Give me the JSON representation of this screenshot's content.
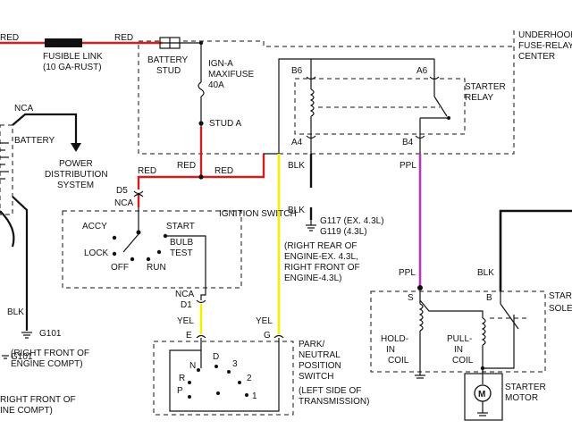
{
  "colors": {
    "red": "#cc1f1f",
    "yellow": "#f2f200",
    "purple": "#b13bb5",
    "black": "#111111",
    "background": "#ffffff"
  },
  "wire_colors": {
    "red_left": "RED",
    "red_top": "RED",
    "red_mid1": "RED",
    "red_mid2": "RED",
    "red_d5": "RED",
    "blk_a4": "BLK",
    "blk_g117": "BLK",
    "ppl_b4": "PPL",
    "ppl_s": "PPL",
    "blk_b": "BLK",
    "blk_battery": "BLK",
    "yel_d1": "YEL",
    "yel_g": "YEL"
  },
  "fusible_link": {
    "name": "FUSIBLE LINK",
    "spec": "(10 GA-RUST)"
  },
  "battery_stud": {
    "line1": "BATTERY",
    "line2": "STUD"
  },
  "maxifuse": {
    "line1": "IGN-A",
    "line2": "MAXIFUSE",
    "line3": "40A"
  },
  "stud_a": "STUD A",
  "fuse_center": {
    "line1": "UNDERHOOD",
    "line2": "FUSE-RELAY",
    "line3": "CENTER"
  },
  "pins": {
    "b6": "B6",
    "a6": "A6",
    "a4": "A4",
    "b4": "B4",
    "d5": "D5",
    "d5_nca": "NCA",
    "d1_nca": "NCA",
    "d1": "D1",
    "e": "E",
    "g": "G",
    "s": "S",
    "b": "B"
  },
  "starter_relay": {
    "line1": "STARTER",
    "line2": "RELAY"
  },
  "battery": {
    "label": "BATTERY",
    "nca": "NCA"
  },
  "power_distribution": {
    "line1": "POWER",
    "line2": "DISTRIBUTION",
    "line3": "SYSTEM"
  },
  "ignition_switch": {
    "title": "IGNITION SWITCH",
    "accy": "ACCY",
    "start": "START",
    "lock": "LOCK",
    "bulb": "BULB",
    "test": "TEST",
    "off": "OFF",
    "run": "RUN"
  },
  "grounds": {
    "g117": "G117 (EX. 4.3L)",
    "g119": "G119 (4.3L)",
    "g117_note": [
      "(RIGHT REAR OF",
      "ENGINE-EX. 4.3L,",
      "RIGHT FRONT OF",
      "ENGINE-4.3L)"
    ],
    "g101_a": "G101",
    "g101_a_note": [
      "(RIGHT FRONT OF",
      "ENGINE COMPT)"
    ],
    "g101_b": "G101",
    "g101_b_note": [
      "RIGHT FRONT OF",
      "INE COMPT)"
    ]
  },
  "pnp_switch": {
    "line1": "PARK/",
    "line2": "NEUTRAL",
    "line3": "POSITION",
    "line4": "SWITCH",
    "line5": "(LEFT SIDE OF",
    "line6": "TRANSMISSION)",
    "positions": {
      "d": "D",
      "n": "N",
      "r": "R",
      "p": "P",
      "three": "3",
      "two": "2",
      "one": "1"
    }
  },
  "starter": {
    "edge_line1": "STAR",
    "edge_line2": "SOLE",
    "hold_in": {
      "line1": "HOLD-",
      "line2": "IN",
      "line3": "COIL"
    },
    "pull_in": {
      "line1": "PULL-",
      "line2": "IN",
      "line3": "COIL"
    },
    "motor": {
      "line1": "STARTER",
      "line2": "MOTOR",
      "symbol": "M"
    }
  }
}
